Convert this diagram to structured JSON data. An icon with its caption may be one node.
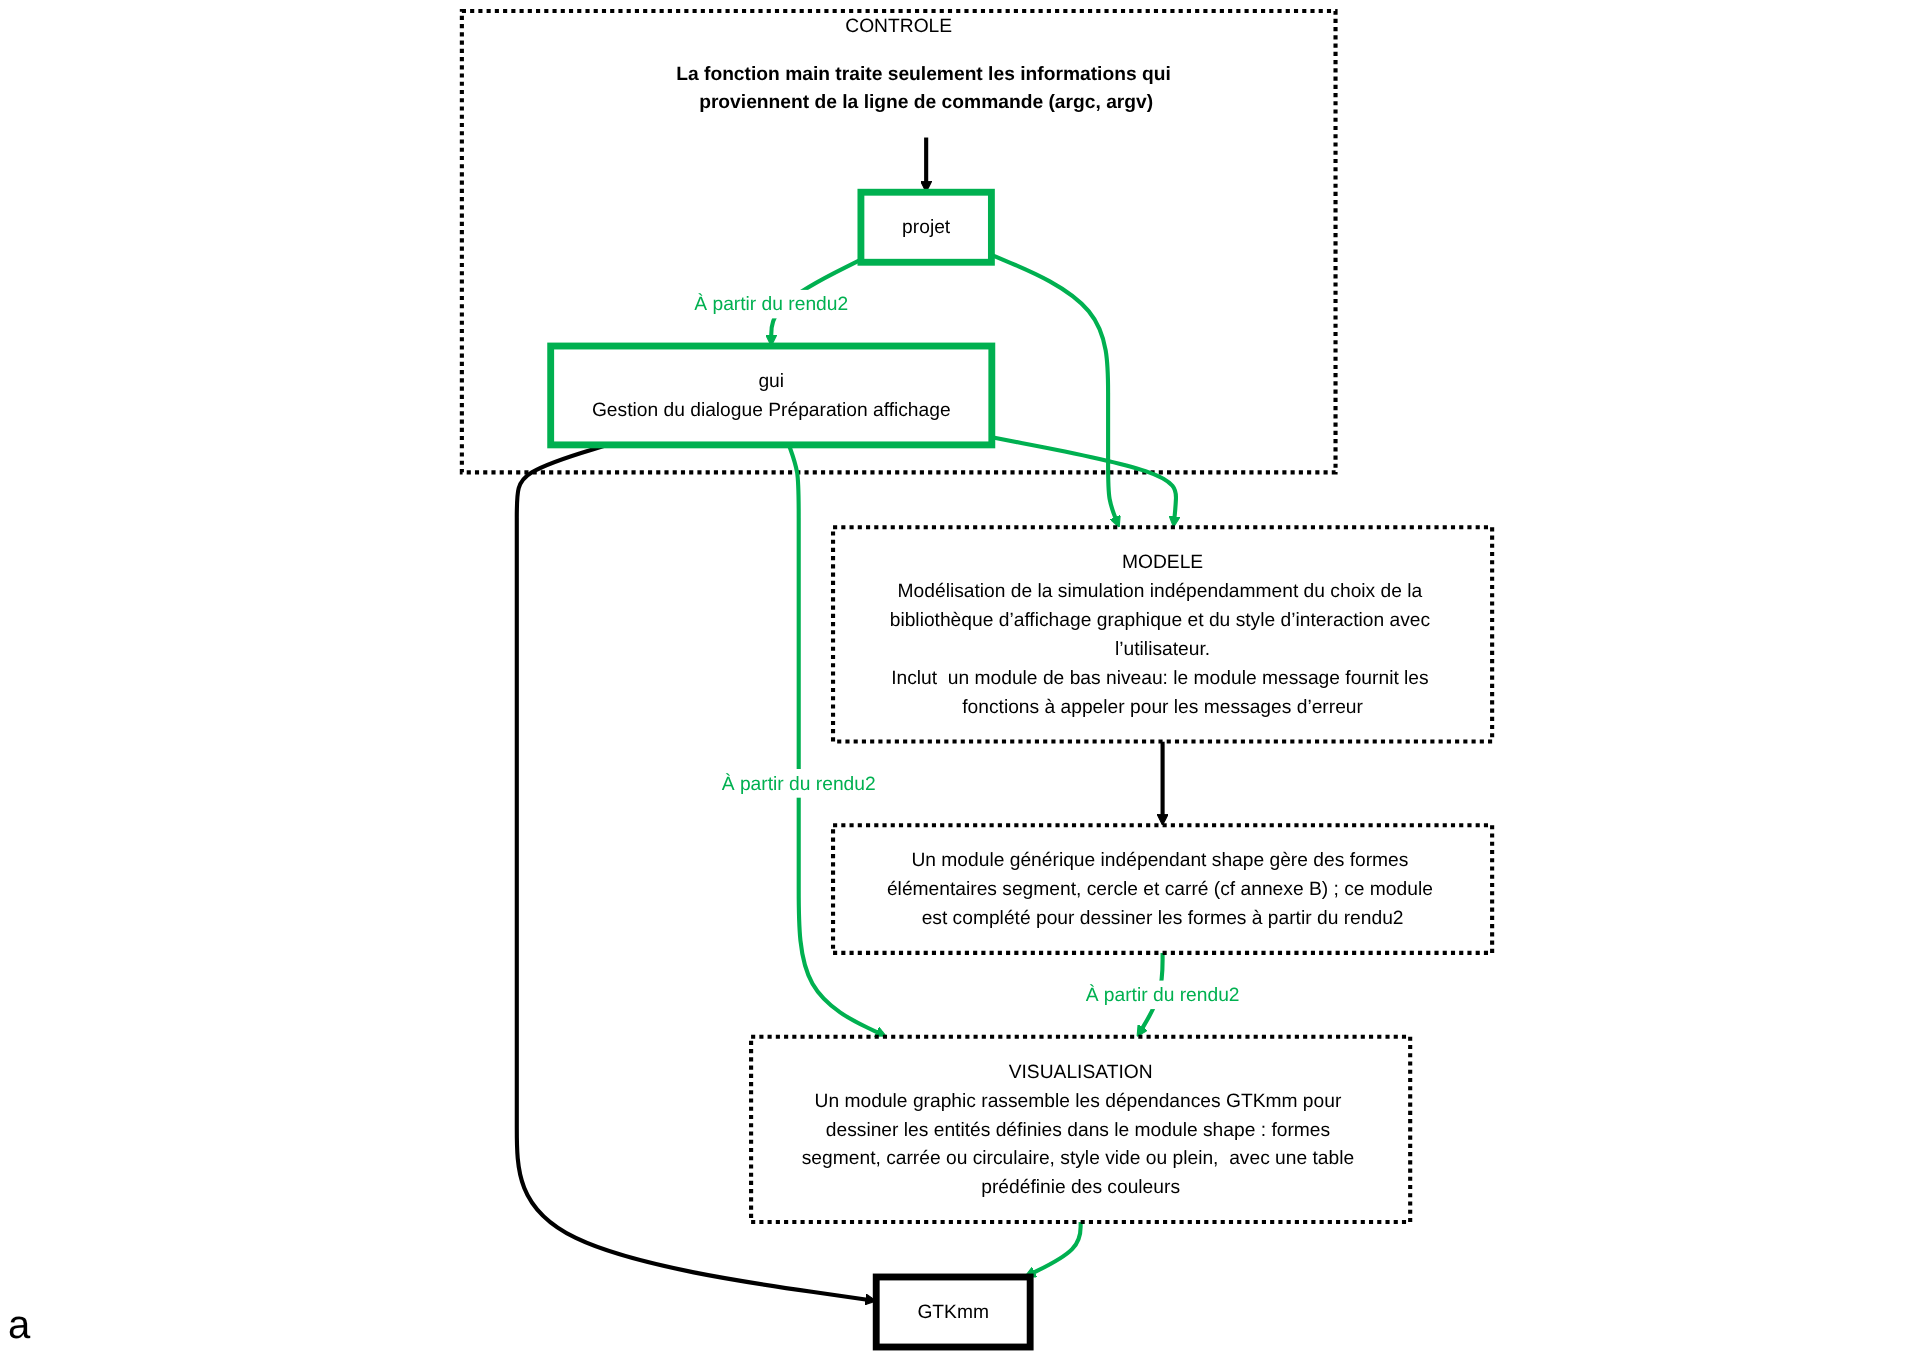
{
  "diagram": {
    "nodes": [
      {
        "text": [
          "CONTROLE"
        ]
      },
      {
        "text": [
          "projet"
        ],
        "in": 0
      },
      {
        "text": [
          "La fonction main traite seulement les informations qui proviennent de la ligne de commande (argc, argv)"
        ],
        "in": 0
      },
      {
        "text": [
          "gui",
          "Gestion du dialogue Préparation affichage"
        ],
        "in": 0
      },
      {
        "text": [
          "MODELE",
          "Modélisation de la simulation indépendamment du choix de la bibliothèque d’affichage graphique et du style d’interaction avec l’utilisateur.",
          "Inclut  un module de bas niveau: le module message fournit les fonctions à appeler pour les messages d’erreur"
        ]
      },
      {
        "text": [
          "Un module générique indépendant shape gère des formes élémentaires segment, cercle et carré (cf annexe B) ; ce module est complété pour dessiner les formes à partir du rendu2"
        ]
      },
      {
        "text": [
          "VISUALISATION",
          "Un module graphic rassemble les dépendances GTKmm pour dessiner les entités définies dans le module shape : formes segment, carrée ou circulaire, style vide ou plein,  avec une table prédéfinie des couleurs"
        ]
      },
      {
        "text": [
          "GTKmm"
        ]
      }
    ],
    "edges": [
      {
        "from": 2,
        "to": 1,
        "arrow": "to",
        "color": "#000000"
      },
      {
        "from": 1,
        "to": 3,
        "arrow": "to",
        "label": "À partir   du rendu2"
      },
      {
        "from": 1,
        "to": 4,
        "arrow": "to"
      },
      {
        "from": 3,
        "to": 4,
        "arrow": "to"
      },
      {
        "from": 3,
        "to": 6,
        "arrow": "to",
        "label": "À partir du rendu2"
      },
      {
        "from": 3,
        "to": 7,
        "arrow": "to",
        "color": "#000000"
      },
      {
        "from": 4,
        "to": 5,
        "arrow": "to",
        "color": "#000000"
      },
      {
        "from": 5,
        "to": 6,
        "arrow": "to",
        "label": "À partir   du rendu2"
      },
      {
        "from": 6,
        "to": 7,
        "arrow": "to"
      }
    ],
    "labels": [
      "a"
    ]
  }
}
